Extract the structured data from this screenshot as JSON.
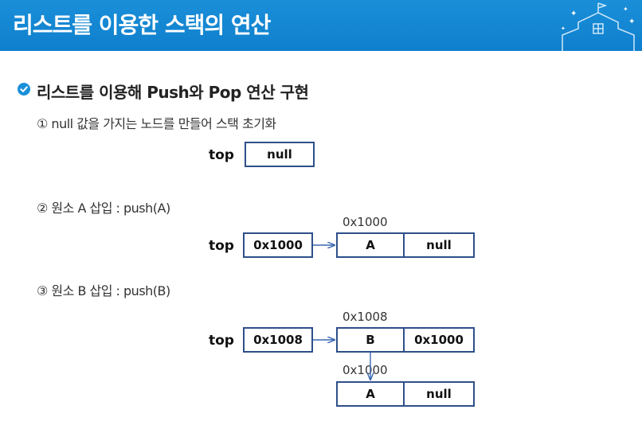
{
  "header": {
    "title": "리스트를 이용한 스택의 연산"
  },
  "subtitle": "리스트를 이용해 Push와 Pop 연산 구현",
  "steps": [
    {
      "caption": "① null 값을 가지는 노드를 만들어 스택 초기화",
      "top_label": "top",
      "top_value": "null"
    },
    {
      "caption": "② 원소 A 삽입 : push(A)",
      "top_label": "top",
      "top_value": "0x1000",
      "nodes": [
        {
          "address": "0x1000",
          "data": "A",
          "next": "null"
        }
      ]
    },
    {
      "caption": "③ 원소 B 삽입 : push(B)",
      "top_label": "top",
      "top_value": "0x1008",
      "nodes": [
        {
          "address": "0x1008",
          "data": "B",
          "next": "0x1000"
        },
        {
          "address": "0x1000",
          "data": "A",
          "next": "null"
        }
      ]
    }
  ],
  "colors": {
    "header": "#1a8fd8",
    "box_border": "#2e4f8a",
    "arrow": "#3a66b0",
    "check": "#1a8fd8"
  }
}
